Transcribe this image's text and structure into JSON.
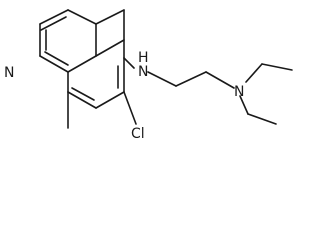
{
  "molecule": {
    "atom_labels": {
      "ring_nitrogen": "N",
      "amine_nh": "H",
      "amine_n": "N",
      "diethyl_n": "N",
      "chlorine": "Cl"
    }
  },
  "colors": {
    "bond": "#1a1a1a",
    "background": "#ffffff"
  }
}
